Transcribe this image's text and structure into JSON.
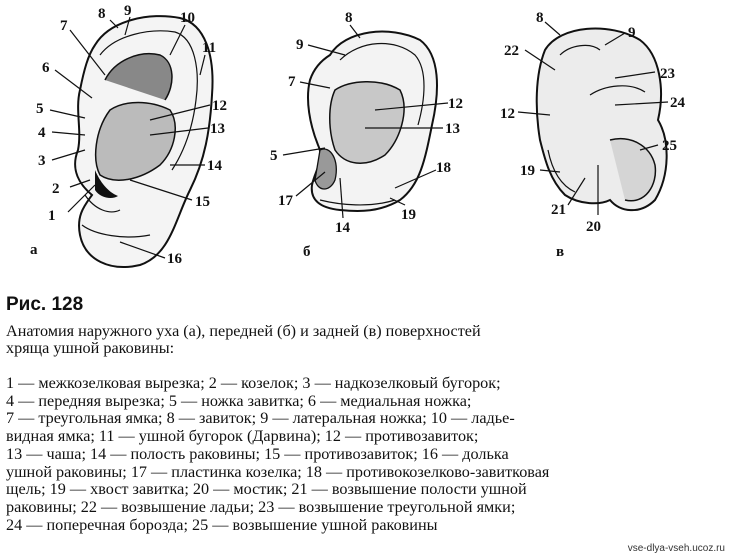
{
  "figure": {
    "panel_labels": [
      "а",
      "б",
      "в"
    ],
    "labels_a": [
      "1",
      "2",
      "3",
      "4",
      "5",
      "6",
      "7",
      "8",
      "9",
      "10",
      "11",
      "12",
      "13",
      "14",
      "15",
      "16"
    ],
    "labels_b": [
      "8",
      "9",
      "7",
      "12",
      "13",
      "5",
      "17",
      "14",
      "18",
      "19"
    ],
    "labels_c": [
      "8",
      "9",
      "22",
      "23",
      "24",
      "12",
      "25",
      "19",
      "21",
      "20"
    ]
  },
  "title": "Рис. 128",
  "caption_lines": [
    "Анатомия наружного уха (а), передней (б) и задней (в) поверхностей",
    "хряща ушной раковины:"
  ],
  "legend_lines": [
    "1 — межкозелковая вырезка; 2 — козелок; 3 — надкозелковый бугорок;",
    "4 — передняя вырезка; 5 — ножка завитка; 6 — медиальная ножка;",
    "7 — треугольная ямка; 8 — завиток; 9 — латеральная ножка; 10 — ладье-",
    "видная ямка; 11 — ушной бугорок (Дарвина); 12 — противозавиток;",
    "13 — чаша; 14 — полость раковины; 15 — противозавиток; 16 — долька",
    "ушной раковины; 17 — пластинка козелка; 18 — противокозелково-завитковая",
    "щель; 19 — хвост завитка; 20 — мостик; 21 — возвышение полости ушной",
    "раковины; 22 — возвышение ладьи; 23 — возвышение треугольной ямки;",
    "24 — поперечная борозда; 25 — возвышение ушной раковины"
  ],
  "watermark": "vse-dlya-vseh.ucoz.ru"
}
